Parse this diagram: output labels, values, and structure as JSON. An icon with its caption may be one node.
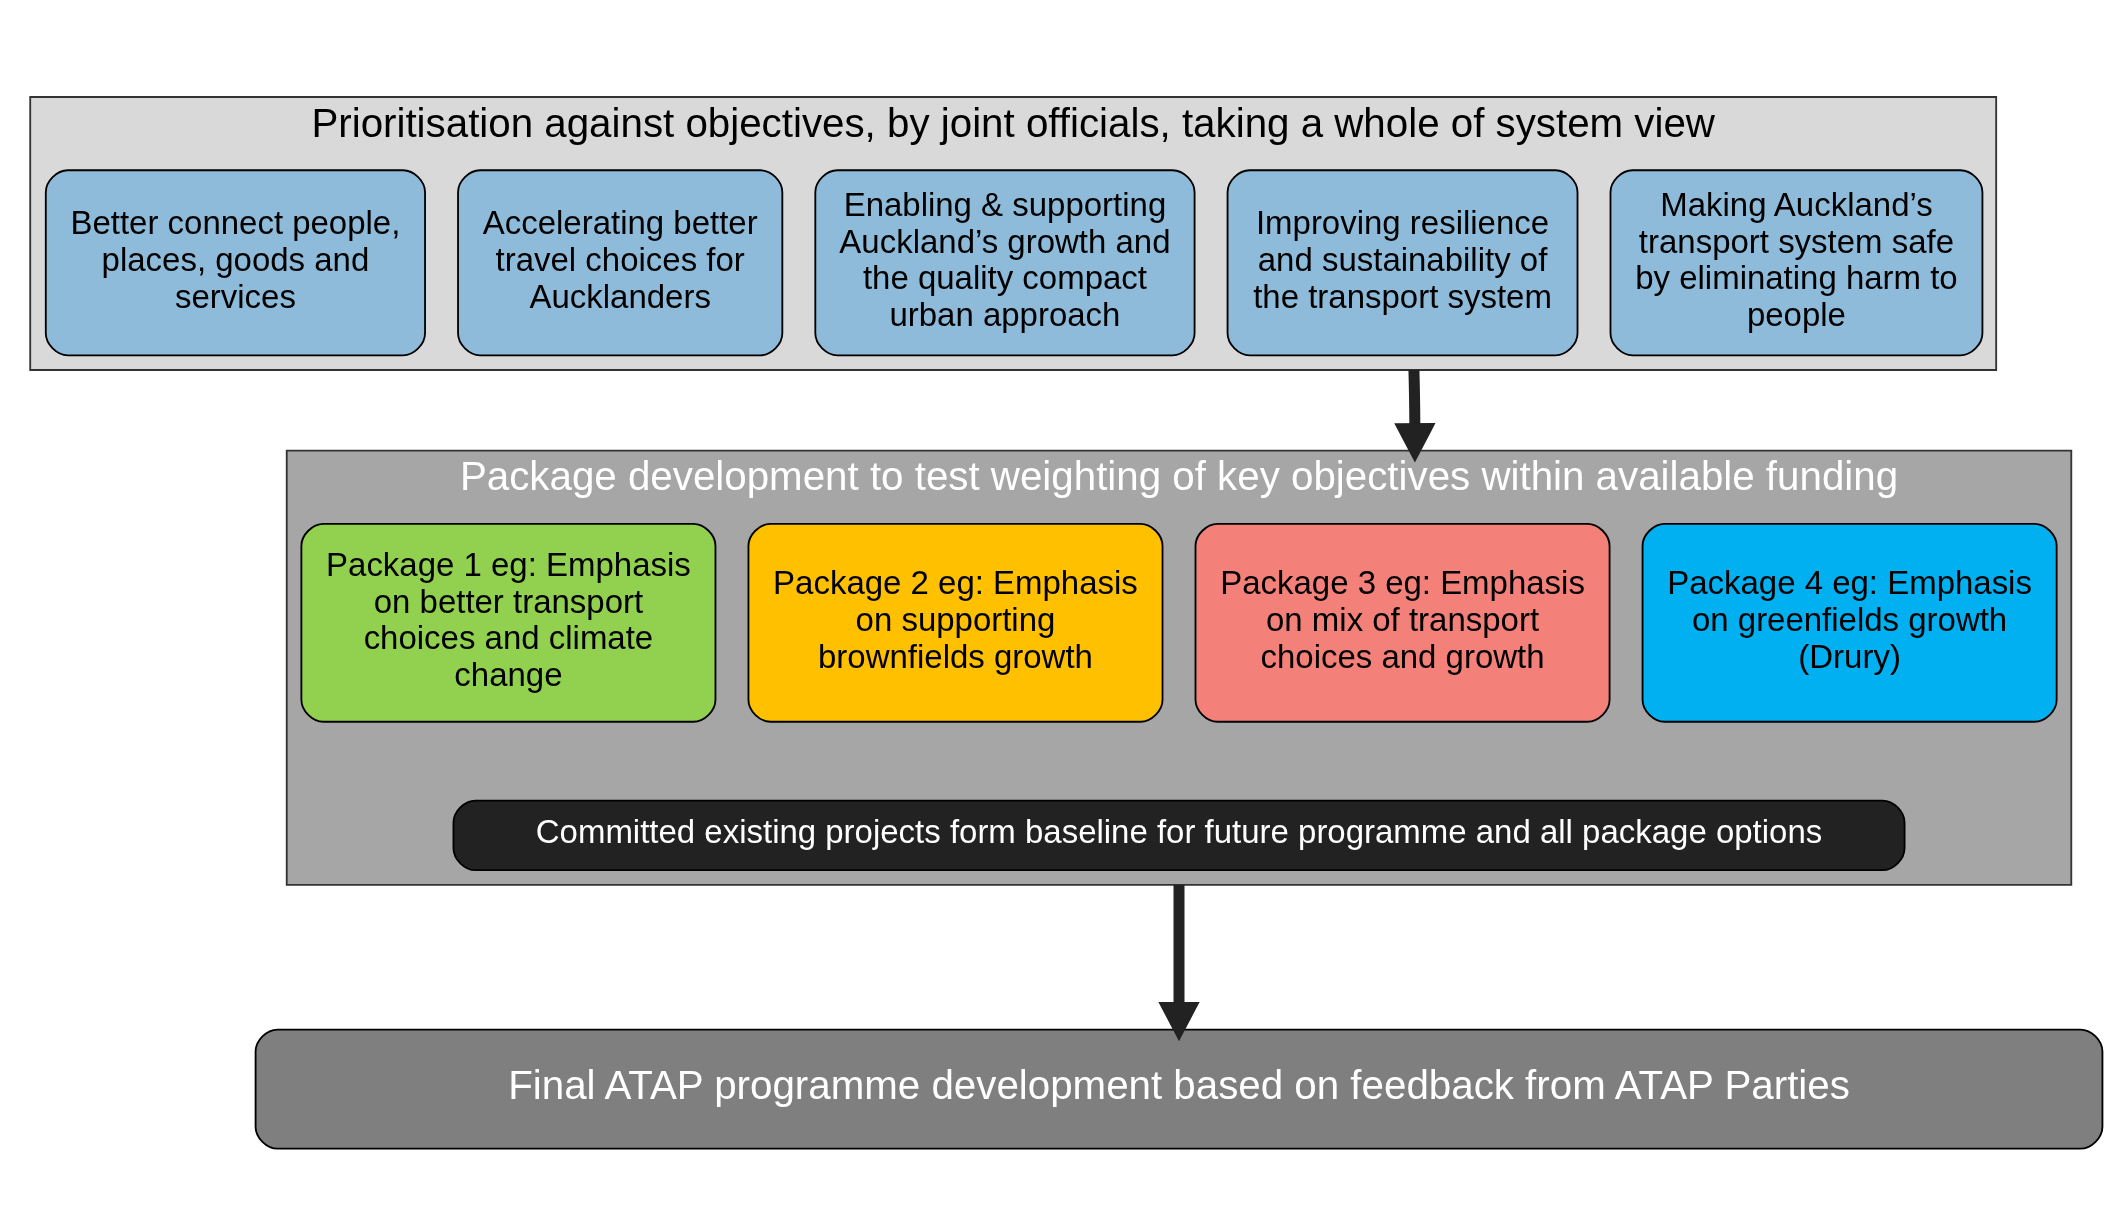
{
  "diagram": {
    "nodes": [
      {
        "text": [
          "Prioritisation against objectives, by joint officials, taking a whole of system view"
        ]
      },
      {
        "text": [
          "Accelerating better travel choices for Aucklanders"
        ],
        "in": 0
      },
      {
        "text": [
          "Enabling & supporting Auckland’s growth and the quality compact urban approach"
        ],
        "in": 0
      },
      {
        "text": [
          "Improving resilience and sustainability of the transport system"
        ],
        "in": 0
      },
      {
        "text": [
          "Making Auckland’s transport system safe by eliminating harm to people"
        ],
        "in": 0
      },
      {
        "text": [
          "Better connect people, places, goods and services"
        ],
        "in": 0
      },
      {
        "text": [
          "Package development to test weighting of key objectives within available funding"
        ]
      },
      {
        "text": [
          "Package 1 eg: Emphasis on better transport choices and climate  change"
        ],
        "in": 6
      },
      {
        "text": [
          "Package 2 eg: Emphasis on supporting brownfields growth"
        ],
        "in": 6
      },
      {
        "text": [
          "Package 3 eg: Emphasis on mix of transport choices and growth"
        ],
        "in": 6
      },
      {
        "text": [
          "Package 4 eg: Emphasis on greenfields growth (Drury)"
        ],
        "in": 6
      },
      {
        "text": [
          "Committed existing projects form baseline for future programme and all package options"
        ],
        "in": 6
      },
      {
        "text": [
          "Final ATAP programme development based on feedback from ATAP Parties"
        ]
      }
    ],
    "edges": [
      {
        "from": 0,
        "to": 6,
        "arrow": "to"
      },
      {
        "from": 6,
        "to": 12,
        "arrow": "to"
      }
    ]
  }
}
